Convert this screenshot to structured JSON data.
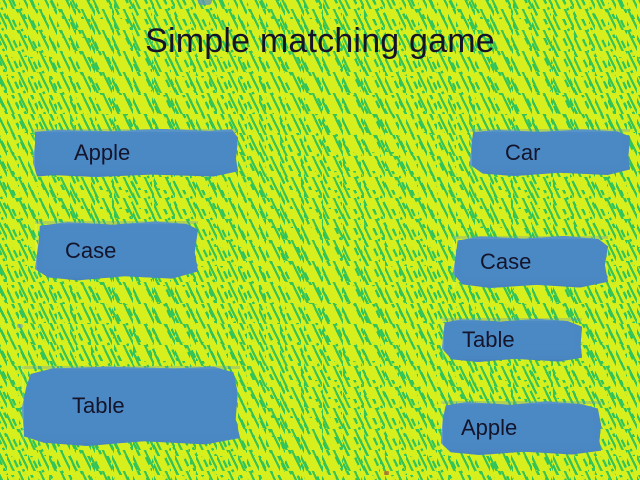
{
  "page": {
    "title": "Simple matching game",
    "background_color": "#d7ef1c",
    "pattern_color": "#2fc45c",
    "card_color": "#4b89c4",
    "text_color": "#14142b"
  },
  "left_column": {
    "cards": [
      {
        "label": "Apple"
      },
      {
        "label": "Case"
      },
      {
        "label": "Table"
      }
    ]
  },
  "right_column": {
    "cards": [
      {
        "label": "Car"
      },
      {
        "label": "Case"
      },
      {
        "label": "Table"
      },
      {
        "label": "Apple"
      }
    ]
  }
}
